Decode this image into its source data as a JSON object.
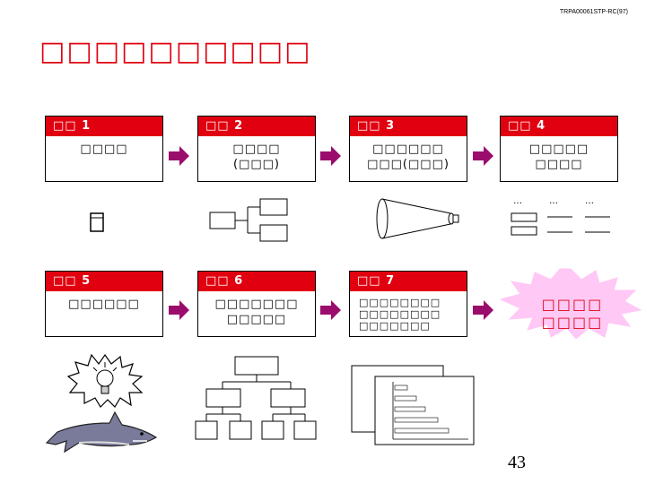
{
  "ref_code": "TRPA00061STP-RC(97)",
  "title": "□□□□□□□□□□",
  "steps": [
    {
      "label": "□□ 1",
      "body": "□□□□"
    },
    {
      "label": "□□ 2",
      "body": "□□□□\n(□□□)"
    },
    {
      "label": "□□ 3",
      "body": "□□□□□□\n□□□(□□□)"
    },
    {
      "label": "□□ 4",
      "body": "□□□□□\n□□□□"
    },
    {
      "label": "□□ 5",
      "body": "□□□□□□"
    },
    {
      "label": "□□ 6",
      "body": "□□□□□□□\n□□□□□"
    },
    {
      "label": "□□ 7",
      "body": "□□□□□□□□\n□□□□□□□□\n□□□□□□□"
    }
  ],
  "goal": "□□□□\n□□□□",
  "page_number": "43",
  "colors": {
    "accent": "#e0000f",
    "arrow": "#9b0d6c",
    "burst": "#ffc8f5"
  }
}
